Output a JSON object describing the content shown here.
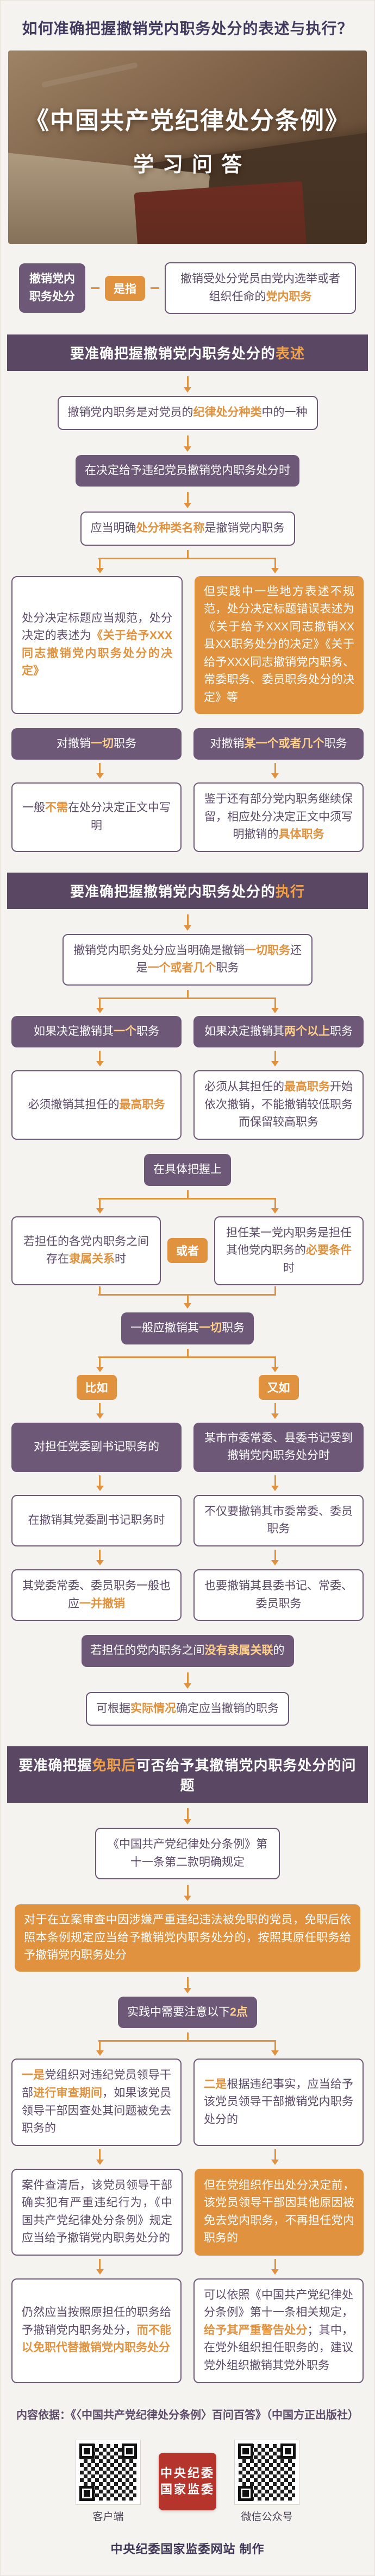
{
  "page": {
    "title": "如何准确把握撤销党内职务处分的表述与执行？",
    "source_line": "内容依据：《〈中国共产党纪律处分条例〉百问百答》（中国方正出版社）",
    "credit_line": "中央纪委国家监委网站 制作"
  },
  "hero": {
    "book_title": "《中国共产党纪律处分条例》",
    "subtitle": "学习问答"
  },
  "definition": {
    "term": "撤销党内职务处分",
    "connector": "是指",
    "meaning": [
      {
        "t": "撤销受处分党员由党内选举或者组织任命的",
        "h": 0
      },
      {
        "t": "党内职务",
        "h": 1
      }
    ]
  },
  "sec1": {
    "header": [
      {
        "t": "要准确把握撤销党内职务处分的",
        "h": 0
      },
      {
        "t": "表述",
        "h": 1
      }
    ],
    "step1": [
      {
        "t": "撤销党内职务是对党员的",
        "h": 0
      },
      {
        "t": "纪律处分种类",
        "h": 1
      },
      {
        "t": "中的一种",
        "h": 0
      }
    ],
    "step2": "在决定给予违纪党员撤销党内职务处分时",
    "step3": [
      {
        "t": "应当明确",
        "h": 0
      },
      {
        "t": "处分种类名称",
        "h": 1
      },
      {
        "t": "是撤销党内职务",
        "h": 0
      }
    ],
    "correct": [
      {
        "t": "处分决定标题应当规范，处分决定的表述为",
        "h": 0
      },
      {
        "t": "《关于给予XXX同志撤销党内职务处分的决定》",
        "h": 1
      }
    ],
    "wrong": "但实践中一些地方表述不规范，处分决定标题错误表述为《关于给予XXX同志撤销XX县XX职务处分的决定》《关于给予XXX同志撤销党内职务、常委职务、委员职务处分的决定》等",
    "case_all": [
      {
        "t": "对撤销",
        "h": 0
      },
      {
        "t": "一切",
        "h": 1
      },
      {
        "t": "职务",
        "h": 0
      }
    ],
    "case_some": [
      {
        "t": "对撤销",
        "h": 0
      },
      {
        "t": "某一个或者几个",
        "h": 1
      },
      {
        "t": "职务",
        "h": 0
      }
    ],
    "case_all_result": [
      {
        "t": "一般",
        "h": 0
      },
      {
        "t": "不需",
        "h": 1
      },
      {
        "t": "在处分决定正文中写明",
        "h": 0
      }
    ],
    "case_some_result": [
      {
        "t": "鉴于还有部分党内职务继续保留，相应处分决定正文中须写明撤销的",
        "h": 0
      },
      {
        "t": "具体职务",
        "h": 1
      }
    ]
  },
  "sec2": {
    "header": [
      {
        "t": "要准确把握撤销党内职务处分的",
        "h": 0
      },
      {
        "t": "执行",
        "h": 1
      }
    ],
    "step1": [
      {
        "t": "撤销党内职务处分应当明确是撤销",
        "h": 0
      },
      {
        "t": "一切职务",
        "h": 1
      },
      {
        "t": "还是",
        "h": 0
      },
      {
        "t": "一个或者几个",
        "h": 1
      },
      {
        "t": "职务",
        "h": 0
      }
    ],
    "one_title": [
      {
        "t": "如果决定撤销其",
        "h": 0
      },
      {
        "t": "一个",
        "h": 1
      },
      {
        "t": "职务",
        "h": 0
      }
    ],
    "multi_title": [
      {
        "t": "如果决定撤销其",
        "h": 0
      },
      {
        "t": "两个以上",
        "h": 1
      },
      {
        "t": "职务",
        "h": 0
      }
    ],
    "one_rule": [
      {
        "t": "必须撤销其担任的",
        "h": 0
      },
      {
        "t": "最高职务",
        "h": 1
      }
    ],
    "multi_rule": [
      {
        "t": "必须从其担任的",
        "h": 0
      },
      {
        "t": "最高职务",
        "h": 1
      },
      {
        "t": "开始依次撤销，不能撤销较低职务而保留较高职务",
        "h": 0
      }
    ],
    "grasp": "在具体把握上",
    "cond_left": [
      {
        "t": "若担任的各党内职务之间存在",
        "h": 0
      },
      {
        "t": "隶属关系",
        "h": 1
      },
      {
        "t": "时",
        "h": 0
      }
    ],
    "or_label": "或者",
    "cond_right": [
      {
        "t": "担任某一党内职务是担任其他党内职务的",
        "h": 0
      },
      {
        "t": "必要条件",
        "h": 1
      },
      {
        "t": "时",
        "h": 0
      }
    ],
    "conclusion": [
      {
        "t": "一般应撤销其",
        "h": 0
      },
      {
        "t": "一切",
        "h": 1
      },
      {
        "t": "职务",
        "h": 0
      }
    ],
    "ex1_label": "比如",
    "ex2_label": "又如",
    "ex1_case": "对担任党委副书记职务的",
    "ex2_case": "某市市委常委、县委书记受到撤销党内职务处分时",
    "ex1_step1": "在撤销其党委副书记职务时",
    "ex2_step1": "不仅要撤销其市委常委、委员职务",
    "ex1_step2": [
      {
        "t": "其党委常委、委员职务一般也应",
        "h": 0
      },
      {
        "t": "一并撤销",
        "h": 1
      }
    ],
    "ex2_step2": [
      {
        "t": "也要撤销其县委书记、常委、委员职务",
        "h": 0
      }
    ],
    "no_relation": [
      {
        "t": "若担任的党内职务之间",
        "h": 0
      },
      {
        "t": "没有隶属关联",
        "h": 1
      },
      {
        "t": "的",
        "h": 0
      }
    ],
    "no_relation_result": [
      {
        "t": "可根据",
        "h": 0
      },
      {
        "t": "实际情况",
        "h": 1
      },
      {
        "t": "确定应当撤销的职务",
        "h": 0
      }
    ]
  },
  "sec3": {
    "header": [
      {
        "t": "要准确把握",
        "h": 0
      },
      {
        "t": "免职后",
        "h": 1
      },
      {
        "t": "可否给予其撤销党内职务处分的问题",
        "h": 0
      }
    ],
    "rule_intro": "《中国共产党纪律处分条例》第十一条第二款明确规定",
    "rule_quote": "对于在立案审查中因涉嫌严重违纪违法被免职的党员，免职后依照本条例规定应当给予撤销党内职务处分的，按照其原任职务给予撤销党内职务处分",
    "note": [
      {
        "t": "实践中需要注意以下",
        "h": 0
      },
      {
        "t": "2点",
        "h": 1
      }
    ],
    "p1_head": [
      {
        "t": "一是",
        "h": 1
      },
      {
        "t": "党组织对违纪党员领导干部",
        "h": 0
      },
      {
        "t": "进行审查期间",
        "h": 1
      },
      {
        "t": "，如果该党员领导干部因查处其问题被免去职务的",
        "h": 0
      }
    ],
    "p2_head": [
      {
        "t": "二是",
        "h": 1
      },
      {
        "t": "根据违纪事实，应当给予该党员领导干部撤销党内职务处分的",
        "h": 0
      }
    ],
    "p1_body": "案件查清后，该党员领导干部确实犯有严重违纪行为，《中国共产党纪律处分条例》规定应当给予撤销党内职务处分的",
    "p2_body": "但在党组织作出处分决定前，该党员领导干部因其他原因被免去党内职务，不再担任党内职务的",
    "p1_result": [
      {
        "t": "仍然应当按照原担任的职务给予撤销党内职务处分，",
        "h": 0
      },
      {
        "t": "而不能以免职代替撤销党内职务处分",
        "h": 1
      }
    ],
    "p2_result": [
      {
        "t": "可以依照《中国共产党纪律处分条例》第十一条相关规定，",
        "h": 0
      },
      {
        "t": "给予其严重警告处分",
        "h": 1
      },
      {
        "t": "；其中，在党外组织担任职务的，建议党外组织撤销其党外职务",
        "h": 0
      }
    ]
  },
  "footer": {
    "qr_left_label": "客户端",
    "qr_right_label": "微信公众号",
    "logo_line1": "中央纪委",
    "logo_line2": "国家监委"
  }
}
